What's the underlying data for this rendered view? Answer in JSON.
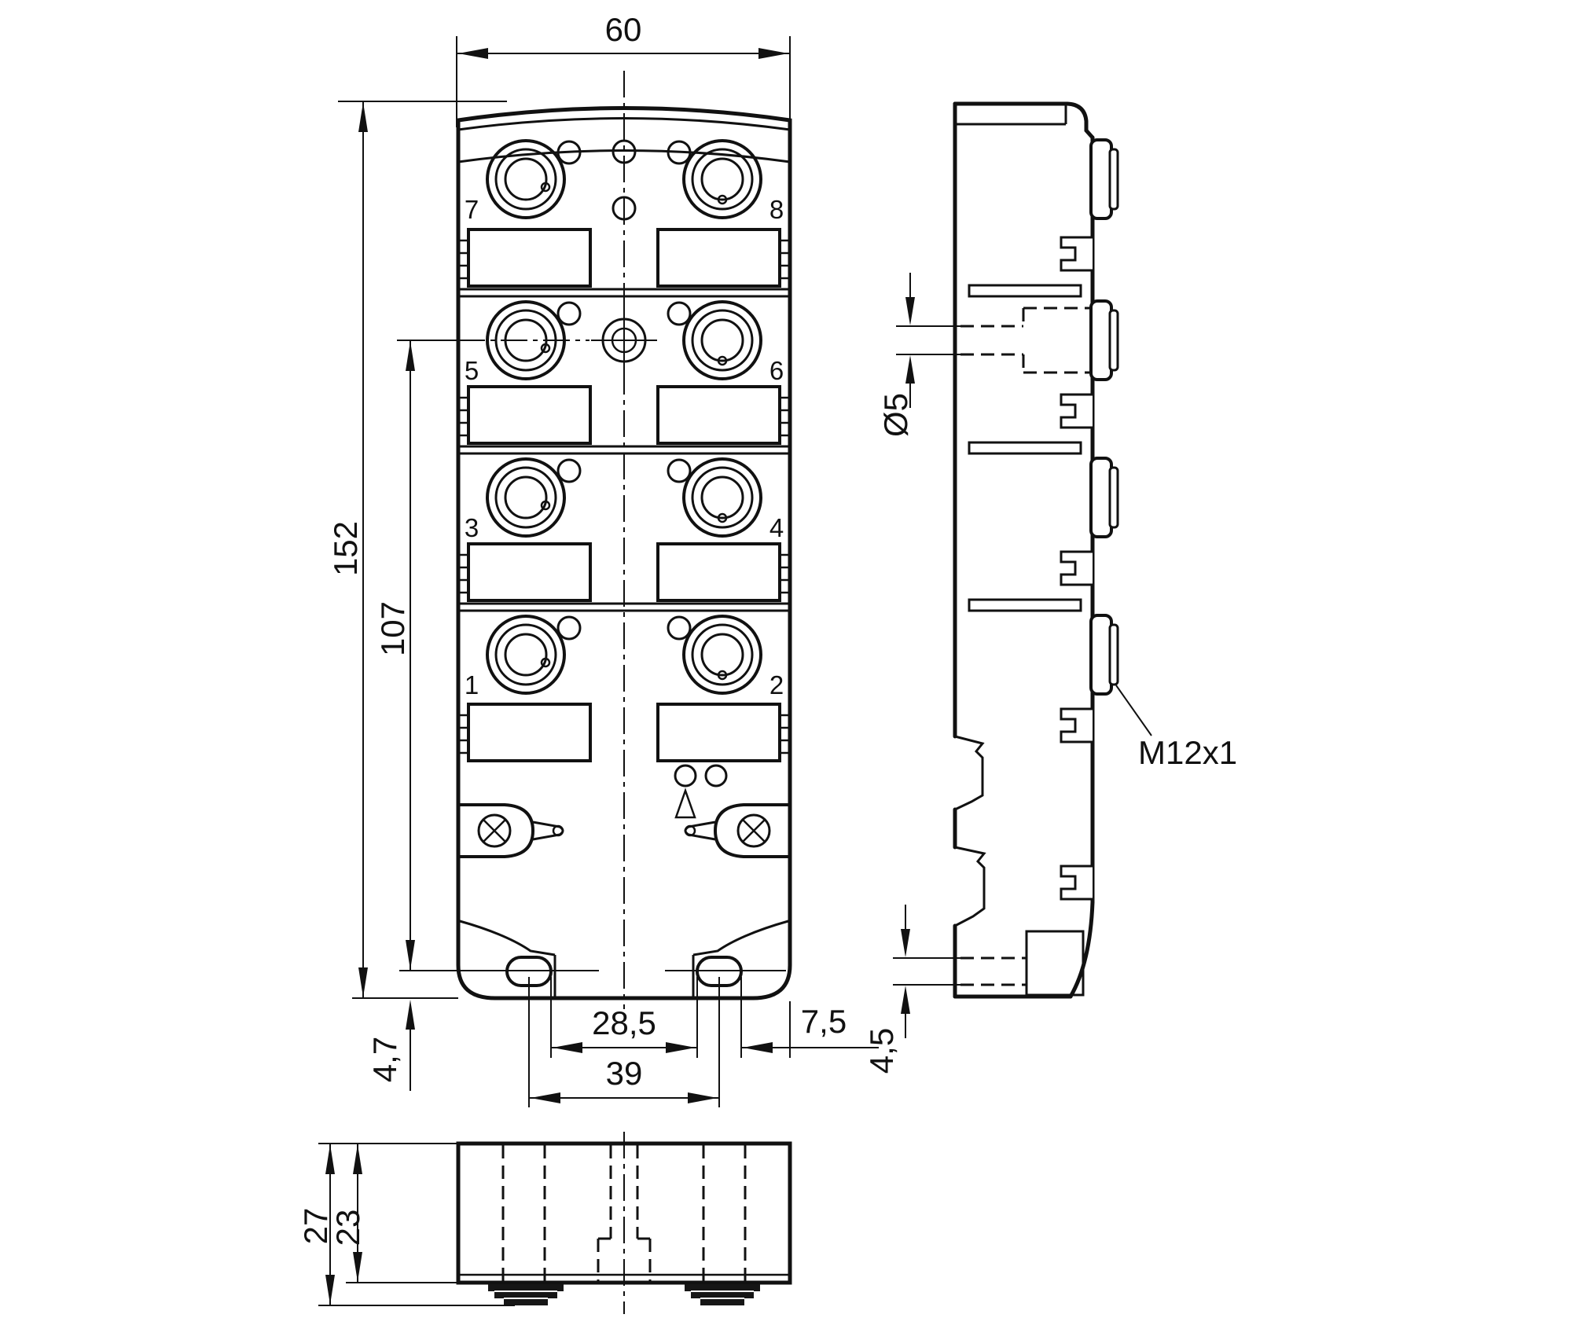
{
  "dims": {
    "front_width": "60",
    "front_height": "152",
    "mount_hole_height": "107",
    "slot_to_bottom_edge": "4,7",
    "slot_inner_spacing": "28,5",
    "slot_center_spacing": "39",
    "slot_edge_offset": "7,5",
    "hole_diameter": "Ø5",
    "slot_depth": "4,5",
    "thread_label": "M12x1",
    "depth_total": "27",
    "depth_body": "23"
  },
  "ports": {
    "labels": [
      "1",
      "2",
      "3",
      "4",
      "5",
      "6",
      "7",
      "8"
    ]
  }
}
